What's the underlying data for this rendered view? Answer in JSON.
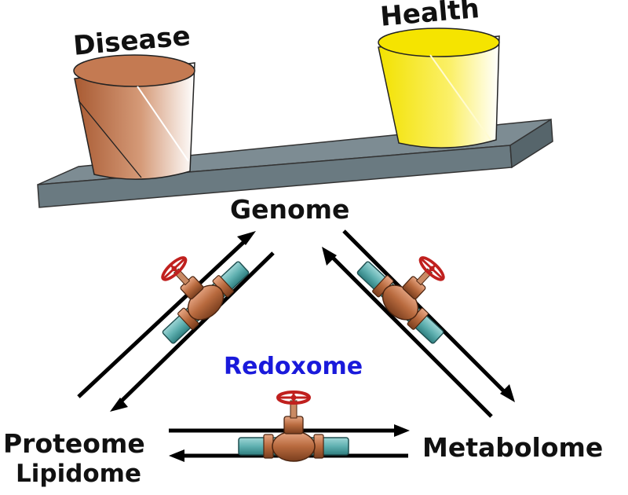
{
  "buckets": {
    "disease": {
      "label": "Disease",
      "color": "#b8673e"
    },
    "health": {
      "label": "Health",
      "color": "#f5e400"
    }
  },
  "nodes": {
    "genome": "Genome",
    "proteome": "Proteome",
    "lipidome": "Lipidome",
    "metabolome": "Metabolome"
  },
  "center": {
    "label": "Redoxome",
    "color": "#1a1adb"
  },
  "colors": {
    "shelf": "#6f7f86",
    "pipe": "#5fb0b0",
    "valve_body": "#b86a3e",
    "handwheel": "#c0201e"
  }
}
